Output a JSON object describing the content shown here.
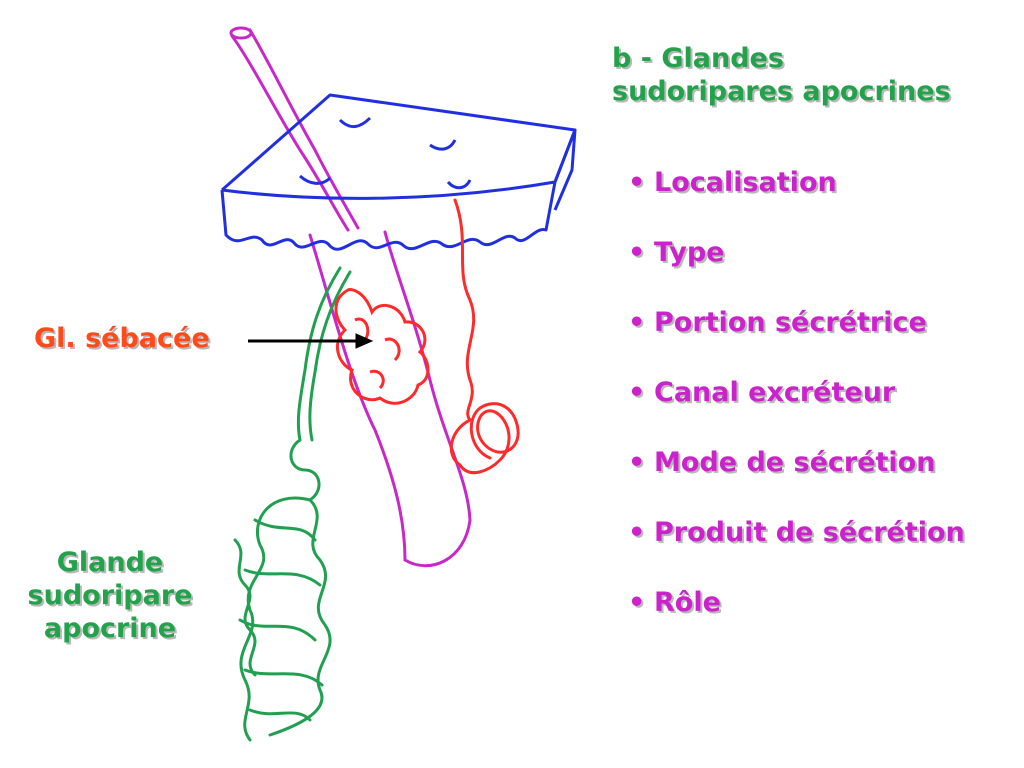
{
  "title": {
    "line1": "b - Glandes",
    "line2": "sudoripares apocrines"
  },
  "bullet_symbol": "•",
  "bullets": [
    "Localisation",
    "Type",
    "Portion sécrétrice",
    "Canal excréteur",
    "Mode de sécrétion",
    "Produit de sécrétion",
    "Rôle"
  ],
  "labels": {
    "sebaceous": "Gl. sébacée",
    "apocrine_line1": "Glande",
    "apocrine_line2": "sudoripare",
    "apocrine_line3": "apocrine"
  },
  "colors": {
    "skin_outline": "#2030e0",
    "hair_follicle": "#c828c8",
    "sebaceous_gland": "#ff2a2a",
    "eccrine_gland": "#ff2a2a",
    "apocrine_gland": "#20a050",
    "arrow": "#000000"
  }
}
